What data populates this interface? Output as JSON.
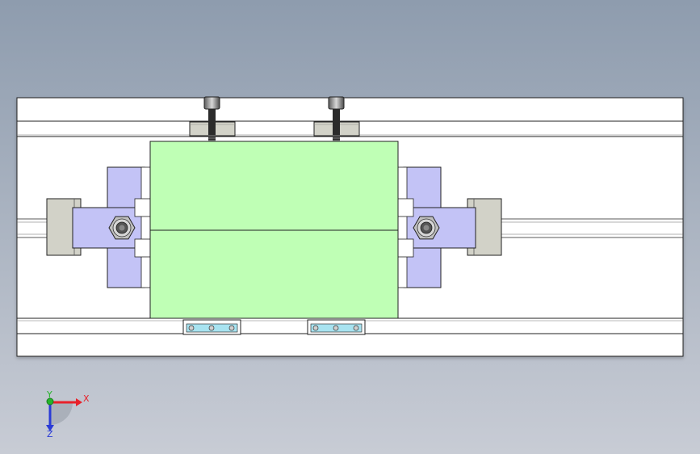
{
  "viewport": {
    "background_top": "#8e9cae",
    "background_bottom": "#c8ccd5"
  },
  "model": {
    "frame_color": "#ffffff",
    "line_color": "#222222",
    "block_color": "#bfffb5",
    "clamp_color": "#c3c3f6",
    "jaw_color": "#d2d2c8",
    "nut_color": "#c0c0c0",
    "slot_color": "#a8e3f0"
  },
  "triad": {
    "x_label": "X",
    "y_label": "Y",
    "z_label": "Z",
    "x_color": "#e8212a",
    "y_color": "#25b52a",
    "z_color": "#2a3bd6"
  }
}
